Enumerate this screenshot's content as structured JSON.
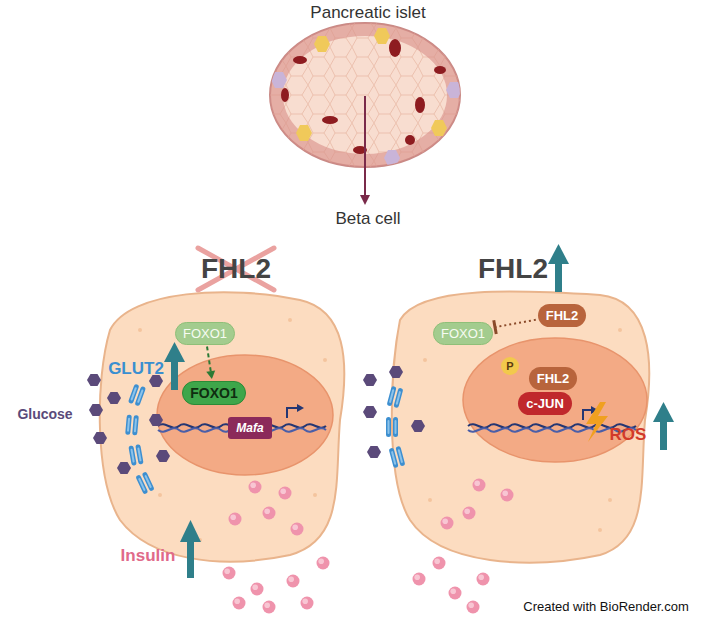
{
  "diagram": {
    "nodes": [
      {
        "text": [
          "FOXO1"
        ]
      },
      {
        "text": [
          "FOXO1"
        ]
      },
      {
        "text": [
          "Mafa"
        ]
      },
      {
        "text": [
          "FOXO1"
        ]
      },
      {
        "text": [
          "FHL2"
        ]
      },
      {
        "text": [
          "FHL2"
        ]
      },
      {
        "text": [
          "c-JUN"
        ]
      },
      {
        "text": [
          "P"
        ]
      }
    ],
    "edges": [
      {
        "from": 0,
        "to": 1,
        "arrow": "to"
      },
      {
        "from": 4,
        "to": 3,
        "arrow": "to"
      }
    ],
    "labels": [
      "Pancreatic islet",
      "Beta cell",
      "FHL2",
      "FHL2",
      "GLUT2",
      "Glucose",
      "Insulin",
      "ROS",
      "Created with BioRender.com"
    ]
  }
}
